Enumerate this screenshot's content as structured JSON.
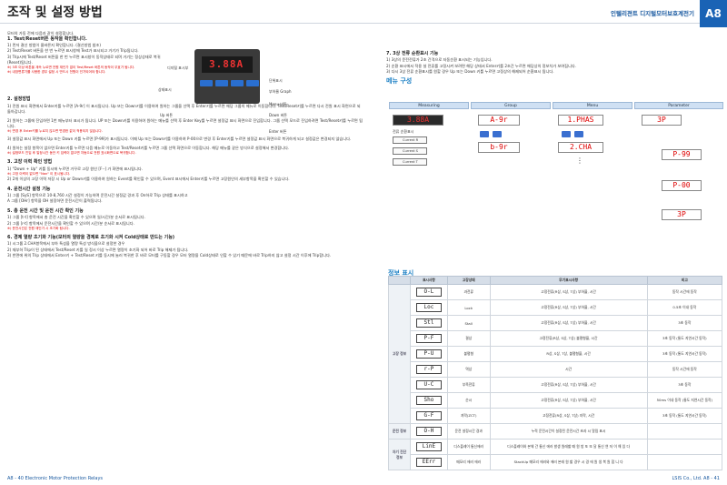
{
  "header": {
    "title": "조작 및 설정 방법",
    "right": "인텔리젼트 디지털모터보호계전기",
    "tab": "A8"
  },
  "intro": [
    "모터의 가동 전에 다음과 같이 설정합니다.",
    "1. Test/Reset버튼 동작을 확인합니다.",
    "1) 먼저 결선 방법이 올바른지 확인합니다. (결선방법 참조)",
    "2) Test/Reset 버튼을 한 번 누르면 표시창에 Test가 표시되고 거기가 Trip됩니다.",
    "3) Trip시에 Test/Reset 버튼을 한 번 누르면 표시창이 동작상태로 되며 거기는 정상상태로 복귀(Reset)됩니다."
  ],
  "intro_red": [
    "※) 3초 이상 버튼을 계속 누르면 전원 재인가 없이 Test/Reset 버튼의 동작이 무효가 됩니다.",
    "※) 내장변류기를 사용한 경우 설정 시 반드시 전원이 인가되어야 합니다."
  ],
  "device": {
    "display": "3.88A",
    "labels": [
      "디지털 표시부",
      "상태표시",
      "Up 버튼",
      "단위표시",
      "부하율 Graph",
      "Down 버튼",
      "Menu 버튼",
      "Enter 버튼"
    ]
  },
  "sec2": {
    "title": "2. 설정방법",
    "p1": "1) 전원 표시 화면에서 Enter키를 누르면 [A-9r] 이 표시됩니다. Up 또는 Down키를 이용하여 원하는 그룹을 선택 후 Enter키를 누르면 해당 그룹의 메뉴로 이동합니다. Test/Reset키를 누르면 다시 전원 표시 화면으로 되돌아갑니다.",
    "p2": "2) 원하는 그룹에 진입하면 1번 메뉴부터 표시가 됩니다. UP 또는 Down키를 이용하여 원하는 메뉴를 선택 후 Enter Key를 누르면 설정값 표시 화면으로 진입합니다. 그룹 선택 모드로 진입하려면 Test/Reset키를 누르면 됩니다.",
    "p3": "3) 설정값 표시 화면에서 Up 또는 Down 키를 누르면 [P-99]가 표시됩니다. 이때 Up 또는 Down키를 이용하여 P-00으로 변경 후 Enter키를 누르면 설정값 표시 화면으로 복귀하게 되고 설정값은 변경되지 않습니다.",
    "p4": "4) 원하는 설정 항목이 없으면 Enter키를 누르면 다음 메뉴로 이동하고 Test/Reset키를 누르면 그룹 선택 화면으로 이동합니다. 해당 메뉴를 같은 방식으로 설정해서 변경합니다.",
    "red1": "※) 변경 후 Enter키를 누르지 않으면 변경한 값이 적용되지 않습니다.",
    "red2": "※) 설정모드 진입 후 일정시간 동안 키 입력이 없으면 자동으로 전원 표시화면으로 복귀합니다."
  },
  "sec3": {
    "title": "3. 고장 이력 확인 방법",
    "p1": "1) \"Down + Up\" 키를 동시에 누르면 거꾸로 고장 원인 [F--] 가 화면에 표시됩니다.",
    "p2": "2) 2개 이상의 고장 이력 저장 시 Up or Down키를 이용하여 원하는 Event를 확인할 수 있으며, Event 표시에서 Enter키를 누르면 고장원인의 세부항목을 확인할 수 있습니다.",
    "red": "※) 고장 이력이 없으면 \"Nan\" 이 표시됩니다."
  },
  "sec4": {
    "title": "4. 운전시간 설정 기능",
    "p1": "1) 그룹 [SyS] 항목으로 10-8,760 시간 설정이 가능하며 운전시간 설정값 경과 후 On하로 Trip 상태를 표시하고",
    "p2": "A 그룹 [OHr] 항목을 OH 설정하면 운전시간이 출력됩니다."
  },
  "sec5": {
    "title": "5. 총 운전 시간 및 운전 시간 확인 기능",
    "p1": "1) 그룹 [t-t] 항목에서 총 운전 시간을 확인할 수 있으며 일/시간/분 순서로 표시됩니다.",
    "p2": "2) 그룹 [r-t] 항목에서 운전시간을 확인할 수 있으며 시간/분 순서로 표시됩니다.",
    "red": "※) 운전시간은 전원 재인가 시 초기화 됩니다."
  },
  "sec6": {
    "title": "6. 경제 열량 초기화 기능(모터의 열량을 경제로 초기화 시켜 Cold상태로 만드는 기능)",
    "p1": "1) 시그룹 2.CHA항목에서 부하 특성을 열량 특성 방식을으로 설정한 경우",
    "p2": "2) 재부하 Trip이 된 상태에서 Test/Reset 키를 일 정시 이상 누르면 열량이 초기화 되어 바로 Trip 해제가 됩니다.",
    "p3": "3) 반면에 위의 Trip 상태에서 Enter키 + Test/Reset 키를 동시에 눌러 복귀한 후 바로 모터를 구동할 경우 모터 열량을 Cold상태로 인할 수 있기 때문에 바로 Trip하지 않고 설정 시간 이후에 Trip합니다."
  },
  "sec7": {
    "title": "7. 3상 전류 순환표시 기능",
    "p1": "1) 3상의 운전전류가 2초 간격으로 자동순환 표시되는 기능입니다.",
    "p2": "2) 순환 표시에서 적용 설 전류를 고정시켜 보려면 해당 상태서 Enter키를 2초간 누르면 해당상의 정보치가 보여집니다.",
    "p3": "3) 다시 3상 전류 순환표시를 원할 경우 Up 또는 Down 키를 누르면 고정상의 해제되어 순환표시 됩니다."
  },
  "menu": {
    "title": "메뉴 구성",
    "headers": [
      "Measuring",
      "Group",
      "Menu",
      "Parameter"
    ],
    "groups": [
      "A-9r",
      "b-9r"
    ],
    "menus": [
      "1.PHAS",
      "2.CHA"
    ],
    "params": [
      "3P",
      "P-99",
      "P-00",
      "3P"
    ],
    "currents": [
      "Current R",
      "Current S",
      "Current T"
    ],
    "cur_title": "전류 순환표시"
  },
  "table": {
    "title": "정보 표시",
    "headers": [
      "표시사항",
      "고장상태",
      "무기표시사항",
      "비고"
    ],
    "rows": [
      {
        "seg": "O-L",
        "state": "과전류",
        "info": "고정전류(R상, S상, T상) 부하율, 시간",
        "note": "동작 시간에 동작"
      },
      {
        "seg": "Loc",
        "state": "Lock",
        "info": "고정전류(R상, S상, T상) 부하율, 시간",
        "note": "0.5초 이내 동작"
      },
      {
        "seg": "Stl",
        "state": "Stall",
        "info": "고정전류(R상, S상, T상) 부하율, 시간",
        "note": "3초 동작"
      },
      {
        "seg": "P-F",
        "state": "결상",
        "info": "고정전류(R상, S상, T상) 불평형율, 시간",
        "note": "3초 동작 (통도 지연시간 동작)"
      },
      {
        "seg": "P-U",
        "state": "불평형",
        "info": "R상, S상, T상, 불평형율, 시간",
        "note": "3초 동작 (통도 지연시간 동작)"
      },
      {
        "seg": "r-P",
        "state": "역상",
        "info": "시간",
        "note": "동작 시간에 동작"
      },
      {
        "seg": "U-C",
        "state": "부족전류",
        "info": "고정전류(R상, S상, T상) 부하율, 시간",
        "note": "3초 동작"
      },
      {
        "seg": "Sho",
        "state": "순시",
        "info": "고정전류(R상, S상, T상) 부하율, 시간",
        "note": "50ms 이내 동작 (통도 지연시간 동작)"
      },
      {
        "seg": "G-F",
        "state": "지락(ZCT)",
        "info": "고정전류(R상, S상, T상) 지락, 시간",
        "note": "3초 동작 (통도 지연시간 동작)"
      },
      {
        "seg": "O-H",
        "state": "운전 설정시간 경과",
        "info": "누적 운전시간이 설정된 운전시간 초과 시 알림 표시",
        "note": ""
      },
      {
        "seg": "LinE",
        "state": "디스플레이 통신에러",
        "info": "디스플레이와 본체 간 통신 에러 발생 원래할 때 원 방 또 또 달 통신 연 저 이 해 있 다",
        "note": ""
      },
      {
        "seg": "EErr",
        "state": "메모리 에러 에러",
        "info": "StackUp 메모리 에러와 에러 본래 원 할 경우 시 경 에 원 생 복 원 합 니 다",
        "note": ""
      }
    ],
    "groups": [
      "고장 정보",
      "운전 정보",
      "자기 진단 정보"
    ]
  },
  "footer": {
    "left": "A8 - 40  Electronic Motor Protection Relays",
    "right": "LSIS Co., Ltd.  A8 - 41"
  }
}
